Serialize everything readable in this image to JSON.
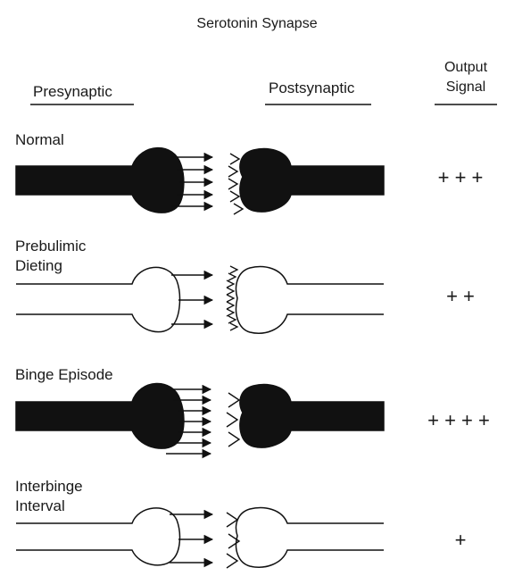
{
  "title": "Serotonin Synapse",
  "headers": {
    "presynaptic": "Presynaptic",
    "postsynaptic": "Postsynaptic",
    "output_line1": "Output",
    "output_line2": "Signal"
  },
  "rows": [
    {
      "label_line1": "Normal",
      "label_line2": "",
      "signal": "+ + +",
      "fill": "dark",
      "arrows": 5
    },
    {
      "label_line1": "Prebulimic",
      "label_line2": "Dieting",
      "signal": "+ +",
      "fill": "none",
      "arrows": 3
    },
    {
      "label_line1": "Binge Episode",
      "label_line2": "",
      "signal": "+ + + +",
      "fill": "dark",
      "arrows": 7
    },
    {
      "label_line1": "Interbinge",
      "label_line2": "Interval",
      "signal": "+",
      "fill": "none",
      "arrows": 3
    }
  ],
  "colors": {
    "ink": "#111111",
    "paper": "#ffffff"
  }
}
